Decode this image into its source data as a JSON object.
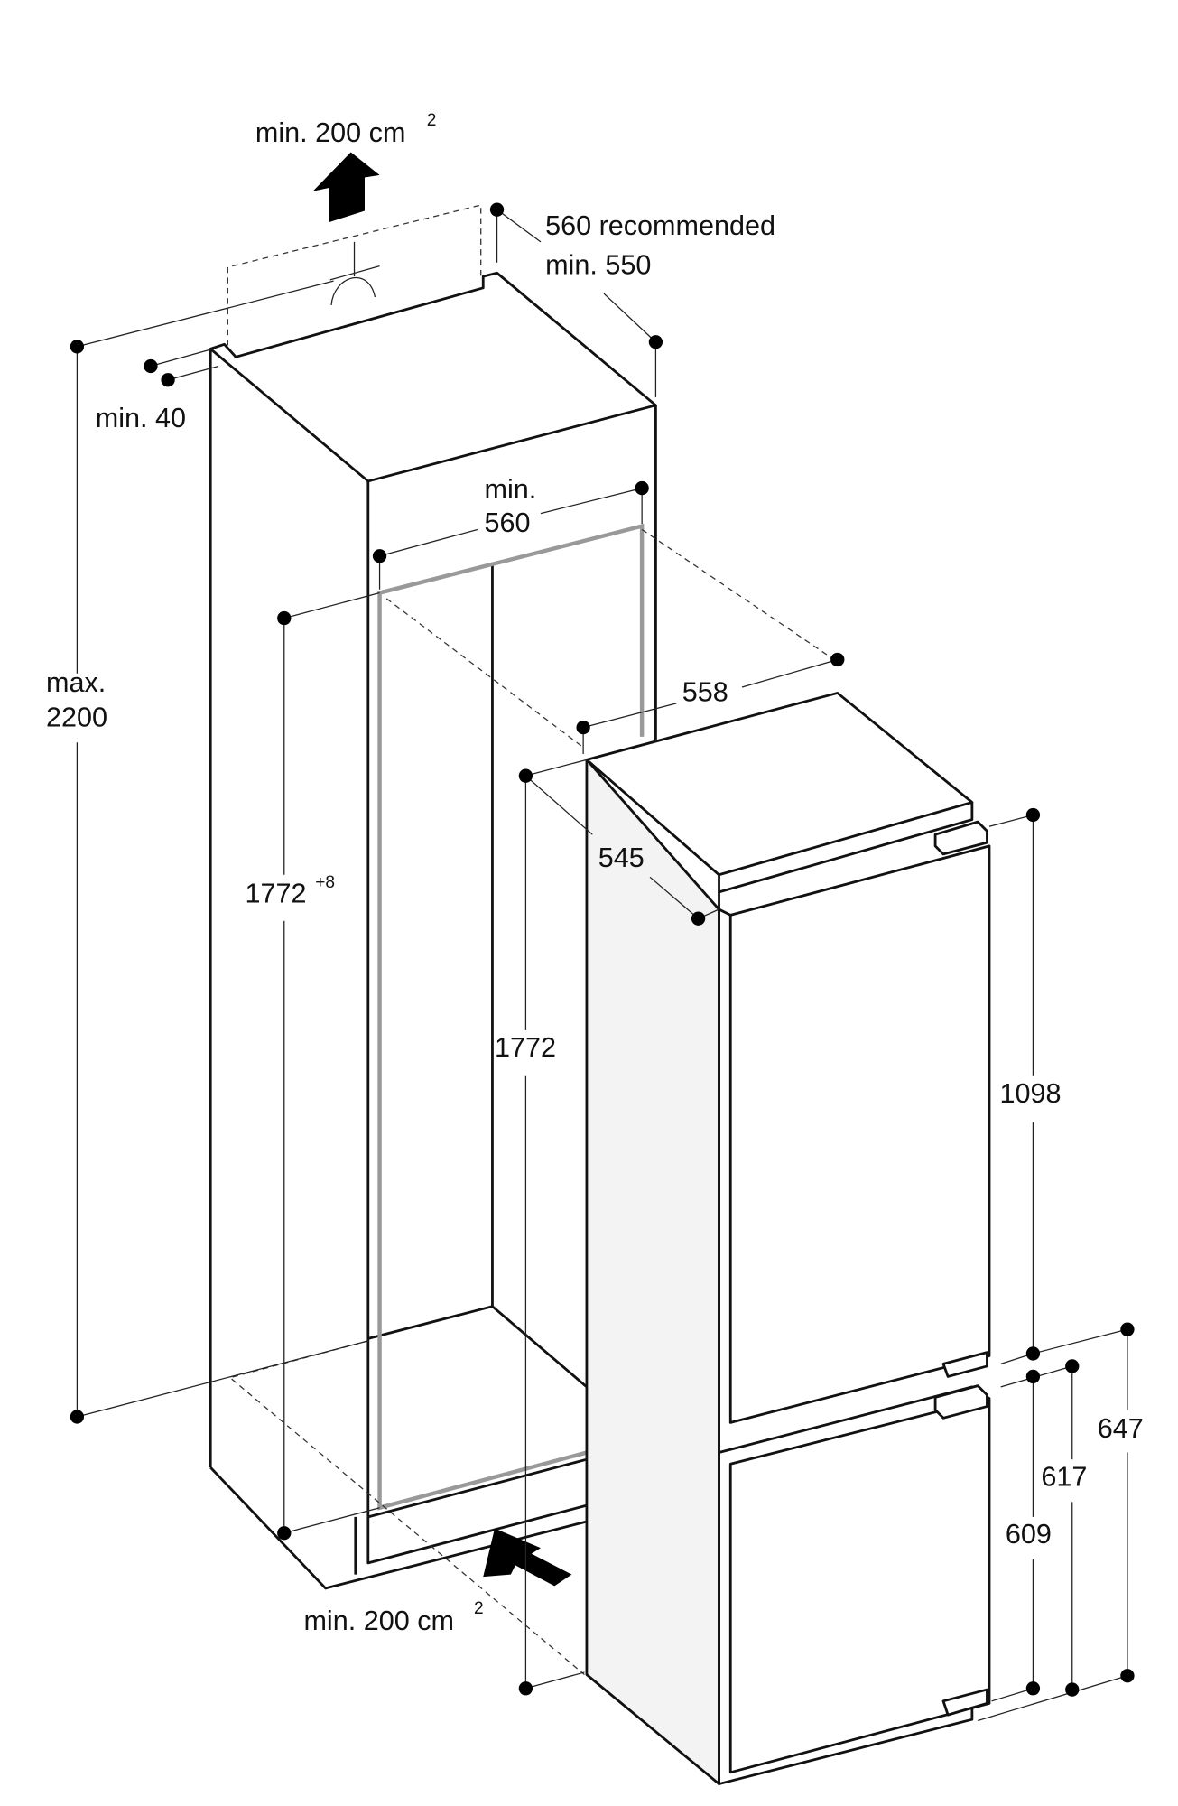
{
  "diagram": {
    "ventilation_top": {
      "text": "min. 200 cm",
      "sup": "2"
    },
    "ventilation_bottom": {
      "text": "min. 200 cm",
      "sup": "2"
    },
    "niche_depth_recommended": "560 recommended",
    "niche_depth_min": "min. 550",
    "top_gap": "min. 40",
    "max_height": {
      "line1": "max.",
      "line2": "2200"
    },
    "niche_height": {
      "text": "1772",
      "sup": "+8"
    },
    "niche_width": {
      "line1": "min.",
      "line2": "560"
    },
    "appliance_width": "558",
    "appliance_depth": "545",
    "appliance_height": "1772",
    "upper_door_height": "1098",
    "dim_647": "647",
    "dim_617": "617",
    "dim_609": "609"
  },
  "colors": {
    "line": "#111111",
    "frame": "#999999",
    "side_panel": "#f3f3f3"
  }
}
